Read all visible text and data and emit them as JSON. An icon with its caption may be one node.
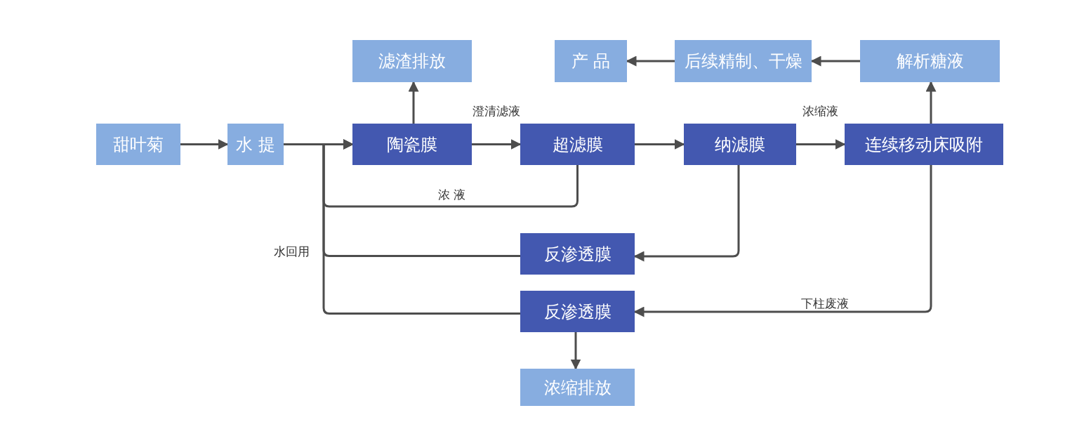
{
  "diagram": {
    "nodes": [
      {
        "text": [
          "甜叶菊"
        ]
      },
      {
        "text": [
          "水 提"
        ]
      },
      {
        "text": [
          "陶瓷膜"
        ]
      },
      {
        "text": [
          "滤渣排放"
        ]
      },
      {
        "text": [
          "超滤膜"
        ]
      },
      {
        "text": [
          "纳滤膜"
        ]
      },
      {
        "text": [
          "连续移动床吸附"
        ]
      },
      {
        "text": [
          "解析糖液"
        ]
      },
      {
        "text": [
          "后续精制、干燥"
        ]
      },
      {
        "text": [
          "产 品"
        ]
      },
      {
        "text": [
          "反渗透膜"
        ]
      },
      {
        "text": [
          "反渗透膜"
        ]
      },
      {
        "text": [
          "浓缩排放"
        ]
      }
    ],
    "edges": [
      {
        "from": 0,
        "to": 1,
        "arrow": "to"
      },
      {
        "from": 1,
        "to": 2,
        "arrow": "to"
      },
      {
        "from": 2,
        "to": 3,
        "arrow": "to"
      },
      {
        "from": 2,
        "to": 4,
        "arrow": "to",
        "label": "澄清滤液"
      },
      {
        "from": 4,
        "to": 5,
        "arrow": "to"
      },
      {
        "from": 5,
        "to": 6,
        "arrow": "to",
        "label": "浓缩液"
      },
      {
        "from": 6,
        "to": 7,
        "arrow": "to"
      },
      {
        "from": 7,
        "to": 8,
        "arrow": "to"
      },
      {
        "from": 8,
        "to": 9,
        "arrow": "to"
      },
      {
        "from": 4,
        "to": 2,
        "arrow": "to",
        "label": "浓 液"
      },
      {
        "from": 5,
        "to": 10,
        "arrow": "to"
      },
      {
        "from": 10,
        "to": 2,
        "arrow": "to",
        "label": "水回用"
      },
      {
        "from": 6,
        "to": 11,
        "arrow": "to",
        "label": "下柱废液"
      },
      {
        "from": 11,
        "to": 2,
        "arrow": "to"
      },
      {
        "from": 11,
        "to": 12,
        "arrow": "to"
      }
    ]
  }
}
